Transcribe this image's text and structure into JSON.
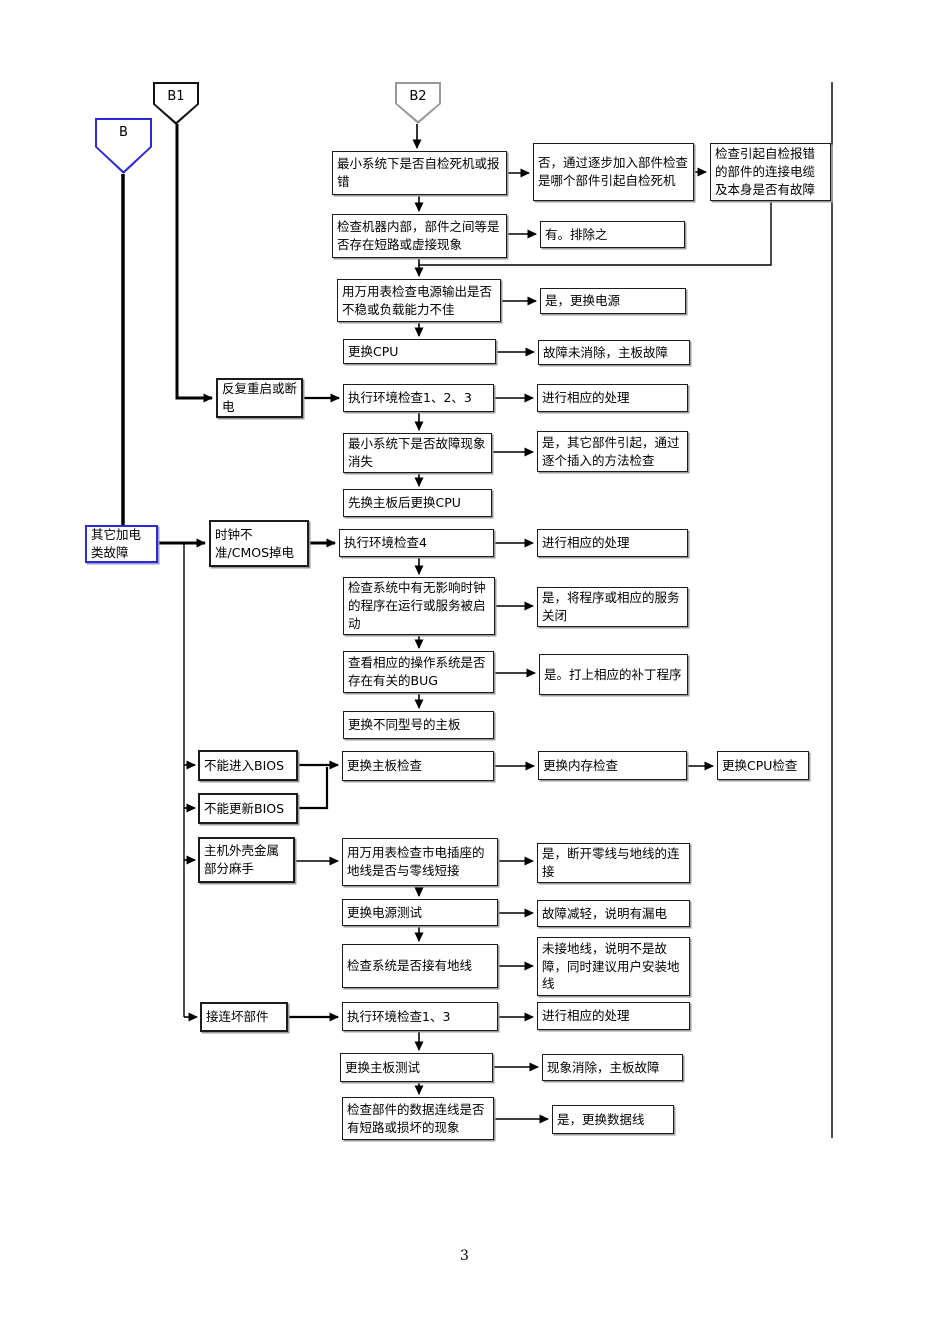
{
  "page": {
    "number": "3"
  },
  "colors": {
    "line": "#000000",
    "blue_accent": "#2b2bd5",
    "gray_connector": "#999999"
  },
  "offpage_connectors": {
    "b": "B",
    "b1": "B1",
    "b2": "B2"
  },
  "nodes": [
    {
      "text": "最小系统下是否自检死机或报错"
    },
    {
      "text": "否，通过逐步加入部件检查是哪个部件引起自检死机"
    },
    {
      "text": "检查引起自检报错的部件的连接电缆及本身是否有故障"
    },
    {
      "text": "检查机器内部，部件之间等是否存在短路或虚接现象"
    },
    {
      "text": "有。排除之"
    },
    {
      "text": "用万用表检查电源输出是否不稳或负载能力不佳"
    },
    {
      "text": "是，更换电源"
    },
    {
      "text": "更换CPU"
    },
    {
      "text": "故障未消除，主板故障"
    },
    {
      "text": "反复重启或断电"
    },
    {
      "text": "执行环境检查1、2、3"
    },
    {
      "text": "进行相应的处理"
    },
    {
      "text": "最小系统下是否故障现象消失"
    },
    {
      "text": "是，其它部件引起，通过逐个插入的方法检查"
    },
    {
      "text": "先换主板后更换CPU"
    },
    {
      "text": "其它加电类故障"
    },
    {
      "text": "时钟不准/CMOS掉电"
    },
    {
      "text": "执行环境检查4"
    },
    {
      "text": "进行相应的处理"
    },
    {
      "text": "检查系统中有无影响时钟的程序在运行或服务被启动"
    },
    {
      "text": "是，将程序或相应的服务关闭"
    },
    {
      "text": "查看相应的操作系统是否存在有关的BUG"
    },
    {
      "text": "是。打上相应的补丁程序"
    },
    {
      "text": "更换不同型号的主板"
    },
    {
      "text": "不能进入BIOS"
    },
    {
      "text": "不能更新BIOS"
    },
    {
      "text": "更换主板检查"
    },
    {
      "text": "更换内存检查"
    },
    {
      "text": "更换CPU检查"
    },
    {
      "text": "主机外壳金属部分麻手"
    },
    {
      "text": "用万用表检查市电插座的地线是否与零线短接"
    },
    {
      "text": "是，断开零线与地线的连接"
    },
    {
      "text": "更换电源测试"
    },
    {
      "text": "故障减轻，说明有漏电"
    },
    {
      "text": "检查系统是否接有地线"
    },
    {
      "text": "未接地线，说明不是故障，同时建议用户安装地线"
    },
    {
      "text": "接连坏部件"
    },
    {
      "text": "执行环境检查1、3"
    },
    {
      "text": "进行相应的处理"
    },
    {
      "text": "更换主板测试"
    },
    {
      "text": "现象消除，主板故障"
    },
    {
      "text": "检查部件的数据连线是否有短路或损坏的现象"
    },
    {
      "text": "是，更换数据线"
    }
  ]
}
